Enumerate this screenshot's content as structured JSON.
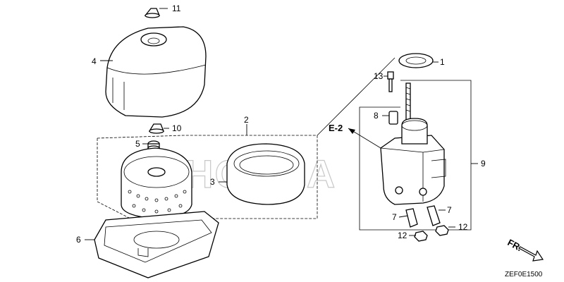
{
  "watermark": "HONDA",
  "diagram_code": "ZEF0E1500",
  "direction_label": "FR.",
  "reference_label": "E-2",
  "callouts": {
    "c1": "1",
    "c2": "2",
    "c3": "3",
    "c4": "4",
    "c5": "5",
    "c6": "6",
    "c7a": "7",
    "c7b": "7",
    "c8": "8",
    "c9": "9",
    "c10": "10",
    "c11": "11",
    "c12a": "12",
    "c12b": "12",
    "c13": "13"
  }
}
